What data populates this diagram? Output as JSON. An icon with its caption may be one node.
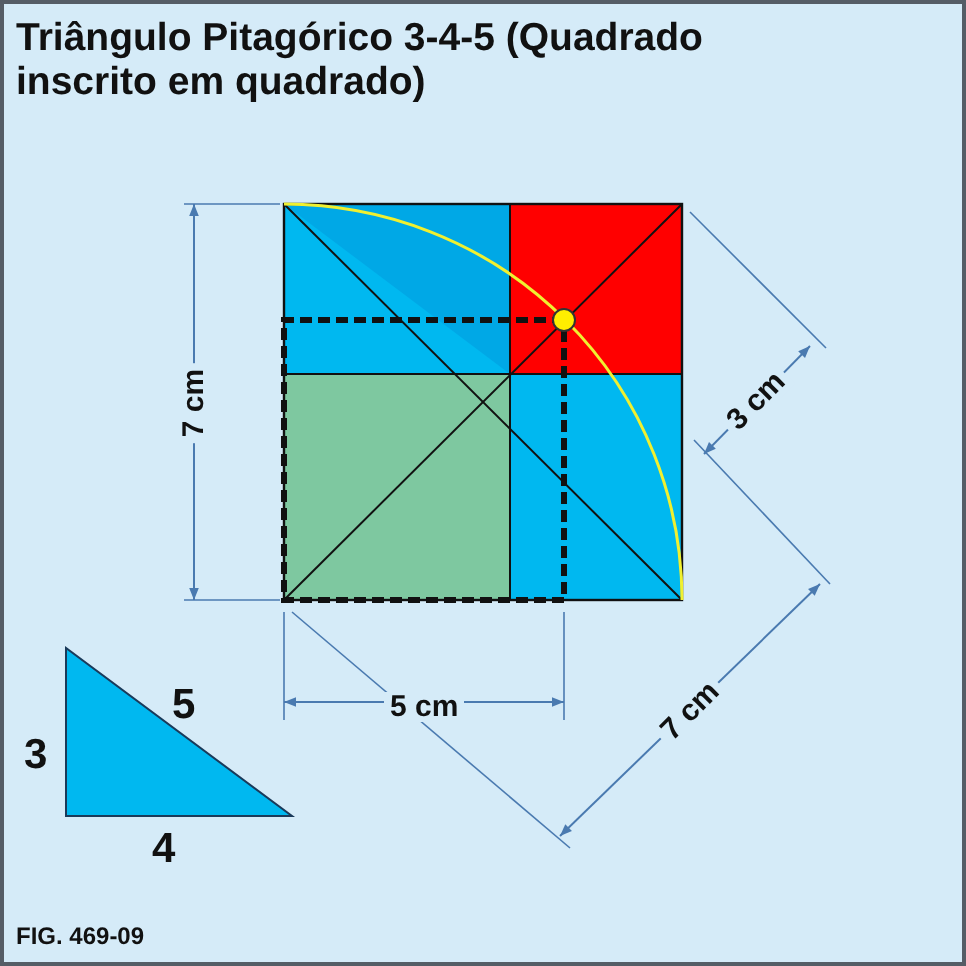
{
  "diagram": {
    "title": "Triângulo Pitagórico 3-4-5 (Quadrado inscrito em quadrado)",
    "labels": [
      "7 cm",
      "3 cm",
      "5 cm",
      "7 cm",
      "3",
      "5",
      "4",
      "FIG. 469-09"
    ]
  }
}
